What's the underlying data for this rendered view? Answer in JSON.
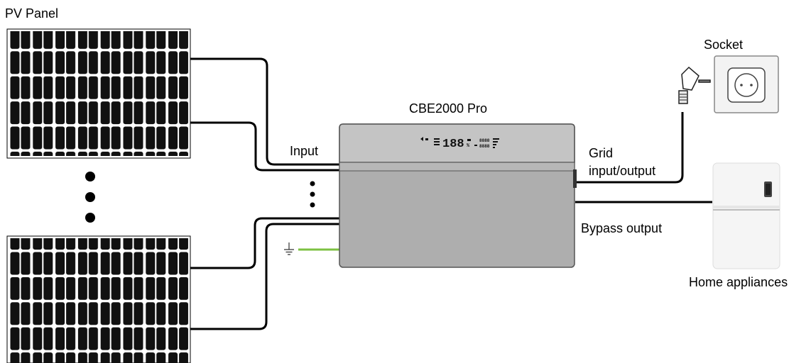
{
  "labels": {
    "pv_panel": "PV Panel",
    "model": "CBE2000 Pro",
    "input": "Input",
    "grid_line1": "Grid",
    "grid_line2": "input/output",
    "bypass": "Bypass output",
    "socket": "Socket",
    "home": "Home appliances"
  },
  "display": {
    "digits_main": "188",
    "digits_small_top": "8888",
    "digits_small_bottom": "8888"
  },
  "colors": {
    "panel_cell": "#111111",
    "inverter_body": "#aeaeae",
    "inverter_top": "#c4c4c4",
    "ground_wire": "#7cc142",
    "fridge": "#f3f3f3"
  }
}
